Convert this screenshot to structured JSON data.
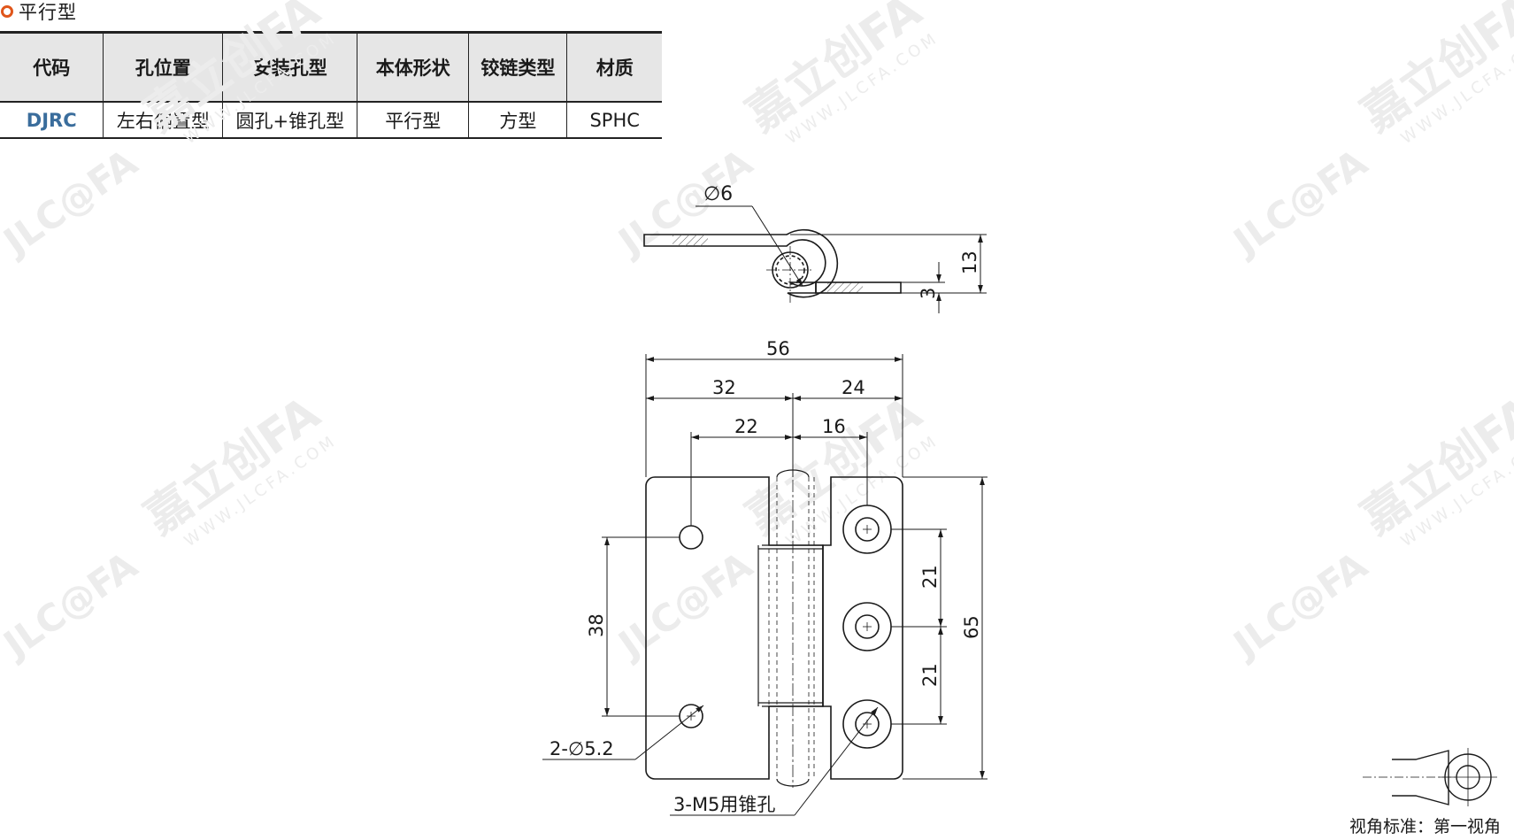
{
  "section_title": "平行型",
  "table": {
    "headers": [
      "代码",
      "孔位置",
      "安装孔型",
      "本体形状",
      "铰链类型",
      "材质"
    ],
    "row": [
      "DJRC",
      "左右偏置型",
      "圆孔+锥孔型",
      "平行型",
      "方型",
      "SPHC"
    ]
  },
  "dimensions": {
    "side_hole_dia": "∅6",
    "side_height": "13",
    "side_thickness": "3",
    "overall_width": "56",
    "left_width": "32",
    "right_width": "24",
    "left_hole_offset": "22",
    "right_hole_offset": "16",
    "hole_pitch_left": "38",
    "pitch_upper": "21",
    "pitch_lower": "21",
    "overall_height": "65",
    "left_holes_note": "2-∅5.2",
    "right_holes_note": "3-M5用锥孔"
  },
  "projection": {
    "label": "视角标准：第一视角"
  },
  "watermark": {
    "brand_cn": "嘉立创FA",
    "logo_text": "JLC@FA",
    "url": "WWW.JLCFA.COM"
  },
  "colors": {
    "accent": "#e0561b",
    "code_text": "#3a6d9c",
    "header_bg": "#e6e6e6",
    "watermark": "#ececec"
  }
}
